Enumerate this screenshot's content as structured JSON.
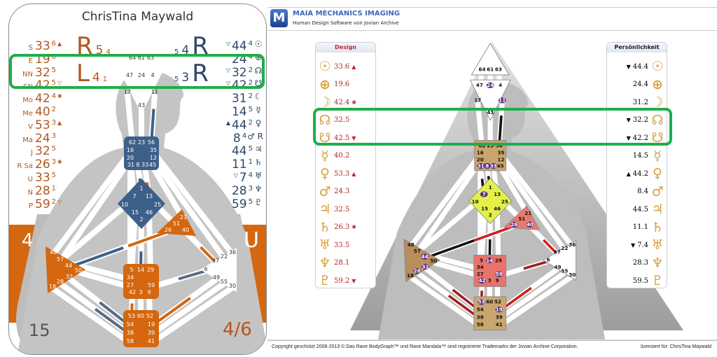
{
  "left_chart": {
    "name": "ChrisTina Maywald",
    "design_rows": [
      {
        "label": "S",
        "gate": "33",
        "line": "6",
        "mark": "▲"
      },
      {
        "label": "E",
        "gate": "19",
        "line": "6",
        "mark": ""
      },
      {
        "label": "NN",
        "gate": "32",
        "line": "5",
        "mark": ""
      },
      {
        "label": "SN",
        "gate": "42",
        "line": "5",
        "mark": "▽"
      },
      {
        "label": "Mo",
        "gate": "42",
        "line": "4",
        "mark": "✱"
      },
      {
        "label": "Me",
        "gate": "40",
        "line": "2",
        "mark": ""
      },
      {
        "label": "V",
        "gate": "53",
        "line": "3",
        "mark": "▲"
      },
      {
        "label": "Ma",
        "gate": "24",
        "line": "3",
        "mark": ""
      },
      {
        "label": "J",
        "gate": "32",
        "line": "5",
        "mark": ""
      },
      {
        "label": "R Sa",
        "gate": "26",
        "line": "3",
        "mark": "✱"
      },
      {
        "label": "U",
        "gate": "33",
        "line": "5",
        "mark": ""
      },
      {
        "label": "N",
        "gate": "28",
        "line": "1",
        "mark": ""
      },
      {
        "label": "P",
        "gate": "59",
        "line": "2",
        "mark": "▽"
      }
    ],
    "personality_rows": [
      {
        "mark": "▽",
        "gate": "44",
        "line": "4",
        "symbol": "☉"
      },
      {
        "mark": "",
        "gate": "24",
        "line": "4",
        "symbol": "⊕"
      },
      {
        "mark": "▽",
        "gate": "32",
        "line": "2",
        "symbol": "☊"
      },
      {
        "mark": "▽",
        "gate": "42",
        "line": "2",
        "symbol": "☋"
      },
      {
        "mark": "",
        "gate": "31",
        "line": "2",
        "symbol": "☾"
      },
      {
        "mark": "",
        "gate": "14",
        "line": "5",
        "symbol": "☿"
      },
      {
        "mark": "▲",
        "gate": "44",
        "line": "2",
        "symbol": "♀"
      },
      {
        "mark": "",
        "gate": "8",
        "line": "4",
        "symbol": "♂ R"
      },
      {
        "mark": "",
        "gate": "44",
        "line": "5",
        "symbol": "♃"
      },
      {
        "mark": "",
        "gate": "11",
        "line": "1",
        "symbol": "♄"
      },
      {
        "mark": "▽",
        "gate": "7",
        "line": "4",
        "symbol": "♅"
      },
      {
        "mark": "",
        "gate": "28",
        "line": "3",
        "symbol": "♆"
      },
      {
        "mark": "",
        "gate": "59",
        "line": "5",
        "symbol": "♇"
      }
    ],
    "variables": {
      "top_left": {
        "letter": "R",
        "a": "5",
        "b": "4"
      },
      "bottom_left": {
        "letter": "L",
        "a": "4",
        "b": "1"
      },
      "top_right": {
        "b": "5",
        "a": "4",
        "letter": "R"
      },
      "bottom_right": {
        "b": "5",
        "a": "3",
        "letter": "R"
      }
    },
    "corners": {
      "top_left": "4",
      "top_right": "U",
      "bottom_left": "15",
      "bottom_right": "4/6"
    }
  },
  "app": {
    "logo_letter": "M",
    "title": "MAIA MECHANICS IMAGING",
    "subtitle": "Human Design Software von Jovian Archive",
    "design_header": "Design",
    "personality_header": "Persönlichkeit",
    "design_rows": [
      {
        "symbol": "☉",
        "value": "33.6",
        "mark": "▲"
      },
      {
        "symbol": "⊕",
        "value": "19.6",
        "mark": ""
      },
      {
        "symbol": "☽",
        "value": "42.4",
        "mark": "✱"
      },
      {
        "symbol": "☊",
        "value": "32.5",
        "mark": ""
      },
      {
        "symbol": "☋",
        "value": "42.5",
        "mark": "▼"
      },
      {
        "symbol": "☿",
        "value": "40.2",
        "mark": ""
      },
      {
        "symbol": "♀",
        "value": "53.3",
        "mark": "▲"
      },
      {
        "symbol": "♂",
        "value": "24.3",
        "mark": ""
      },
      {
        "symbol": "♃",
        "value": "32.5",
        "mark": ""
      },
      {
        "symbol": "♄",
        "value": "26.3",
        "mark": "✱"
      },
      {
        "symbol": "♅",
        "value": "33.5",
        "mark": ""
      },
      {
        "symbol": "♆",
        "value": "28.1",
        "mark": ""
      },
      {
        "symbol": "♇",
        "value": "59.2",
        "mark": "▼"
      }
    ],
    "personality_rows": [
      {
        "mark": "▼",
        "value": "44.4",
        "symbol": "☉"
      },
      {
        "mark": "",
        "value": "24.4",
        "symbol": "⊕"
      },
      {
        "mark": "",
        "value": "31.2",
        "symbol": "☽"
      },
      {
        "mark": "▼",
        "value": "32.2",
        "symbol": "☊"
      },
      {
        "mark": "▼",
        "value": "42.2",
        "symbol": "☋"
      },
      {
        "mark": "",
        "value": "14.5",
        "symbol": "☿"
      },
      {
        "mark": "▲",
        "value": "44.2",
        "symbol": "♀"
      },
      {
        "mark": "",
        "value": "8.4",
        "symbol": "♂"
      },
      {
        "mark": "",
        "value": "44.5",
        "symbol": "♃"
      },
      {
        "mark": "",
        "value": "11.1",
        "symbol": "♄"
      },
      {
        "mark": "▼",
        "value": "7.4",
        "symbol": "♅"
      },
      {
        "mark": "",
        "value": "28.3",
        "symbol": "♆"
      },
      {
        "mark": "",
        "value": "59.5",
        "symbol": "♇"
      }
    ],
    "active_gates": [
      "24",
      "11",
      "31",
      "8",
      "33",
      "7",
      "26",
      "40",
      "44",
      "32",
      "28",
      "14",
      "59",
      "42",
      "53",
      "19"
    ],
    "footer_copyright": "Copyright geschützt 2006-2013 ©.Das Rave BodyGraph™ und Rave Mandala™ sind registrierte Trademarks der Jovian Archive Corporation.",
    "footer_license": "lizensiert für: ChrisTina Maywald"
  },
  "gates": {
    "head": [
      "64",
      "61",
      "63"
    ],
    "ajna": [
      "47",
      "24",
      "4",
      "17",
      "11",
      "43"
    ],
    "throat": [
      "62",
      "23",
      "56",
      "16",
      "35",
      "20",
      "12",
      "31",
      "8",
      "33",
      "45"
    ],
    "g": [
      "1",
      "7",
      "13",
      "10",
      "25",
      "15",
      "46",
      "2"
    ],
    "ego": [
      "21",
      "51",
      "26",
      "40"
    ],
    "spleen": [
      "48",
      "57",
      "44",
      "50",
      "32",
      "28",
      "18"
    ],
    "solar_plexus": [
      "36",
      "22",
      "37",
      "6",
      "49",
      "55",
      "30"
    ],
    "sacral": [
      "5",
      "14",
      "29",
      "34",
      "27",
      "59",
      "42",
      "3",
      "9"
    ],
    "root": [
      "53",
      "60",
      "52",
      "54",
      "19",
      "38",
      "39",
      "58",
      "41"
    ]
  },
  "colors": {
    "design_orange": "#b4561d",
    "personality_blue": "#2d4868",
    "orange": "#d4670f",
    "blue": "#3d6089",
    "highlight": "#1fae4b",
    "red_text": "#b0242b",
    "gold": "#d9a03c",
    "purple": "#5a2a82"
  }
}
